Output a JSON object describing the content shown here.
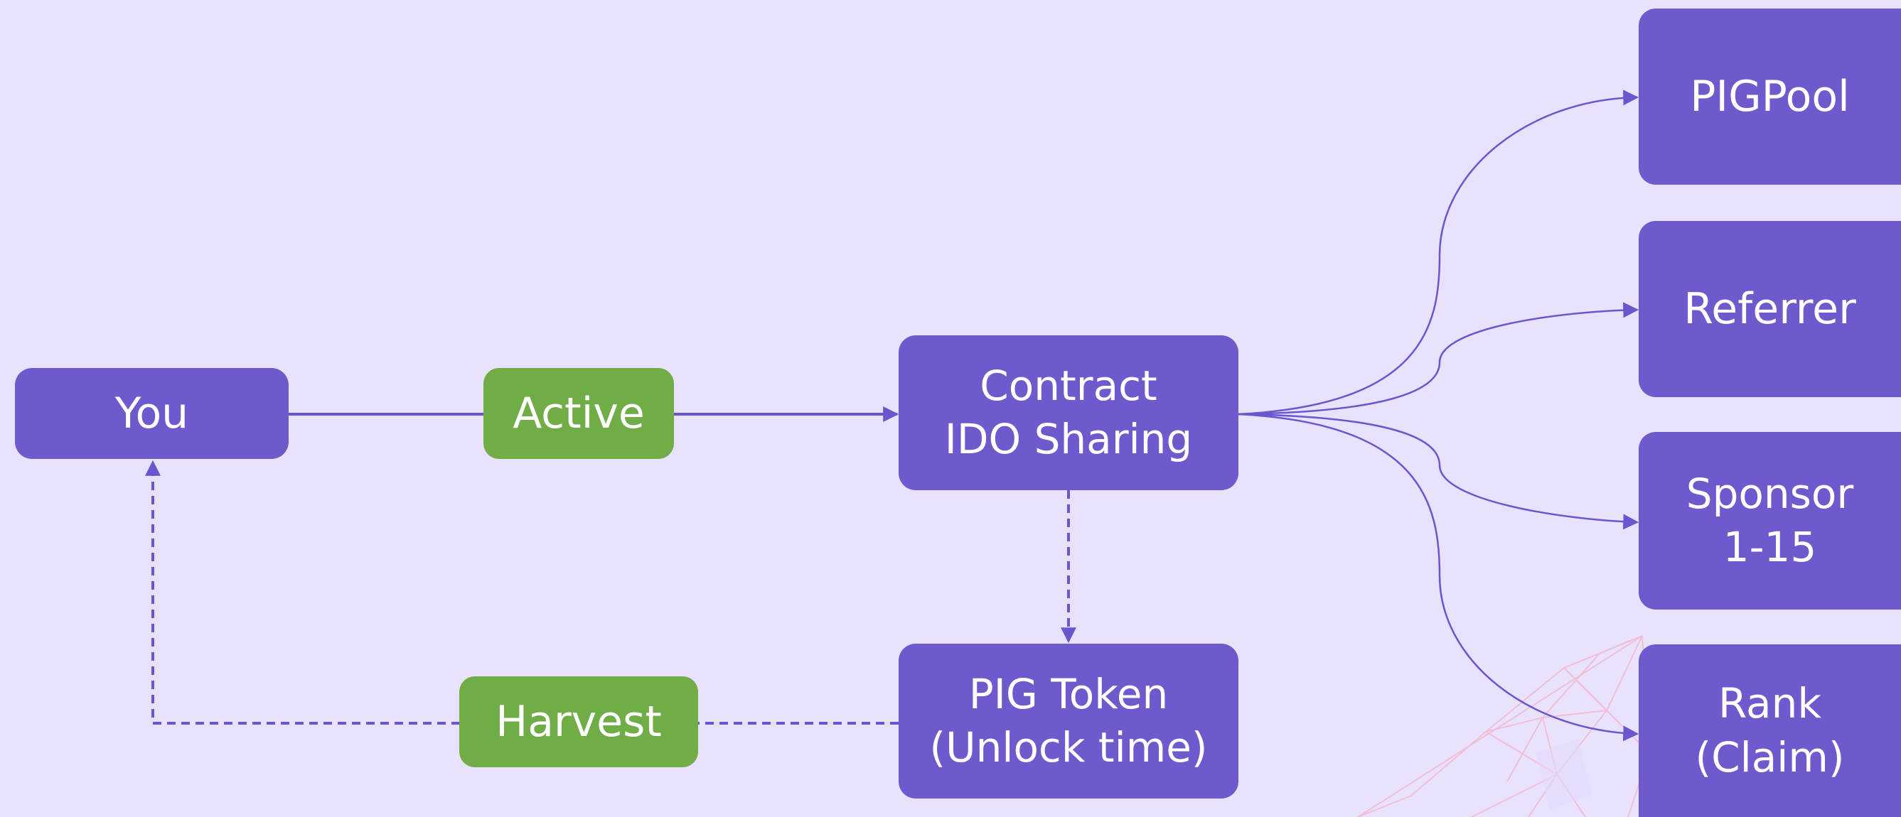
{
  "colors": {
    "background": "#e8e2fe",
    "node_purple": "#6f59cd",
    "node_green": "#70ad47",
    "connector": "#6a56cf",
    "watermark": "#f2bcd0"
  },
  "nodes": {
    "you": {
      "label": "You"
    },
    "active": {
      "label": "Active"
    },
    "contract": {
      "line1": "Contract",
      "line2": "IDO Sharing"
    },
    "pig_token": {
      "line1": "PIG Token",
      "line2": "(Unlock time)"
    },
    "harvest": {
      "label": "Harvest"
    },
    "pigpool": {
      "label": "PIGPool"
    },
    "referrer": {
      "label": "Referrer"
    },
    "sponsor": {
      "line1": "Sponsor",
      "line2": "1-15"
    },
    "rank": {
      "line1": "Rank",
      "line2": "(Claim)"
    }
  },
  "edges": [
    {
      "from": "you",
      "to": "contract",
      "via": "active",
      "style": "solid"
    },
    {
      "from": "contract",
      "to": "pig_token",
      "style": "dashed"
    },
    {
      "from": "pig_token",
      "to": "you",
      "via": "harvest",
      "style": "dashed"
    },
    {
      "from": "contract",
      "to": "pigpool",
      "style": "curve"
    },
    {
      "from": "contract",
      "to": "referrer",
      "style": "curve"
    },
    {
      "from": "contract",
      "to": "sponsor",
      "style": "curve"
    },
    {
      "from": "contract",
      "to": "rank",
      "style": "curve"
    }
  ],
  "decoration": {
    "watermark_icon": "polygon-mesh-icon"
  }
}
